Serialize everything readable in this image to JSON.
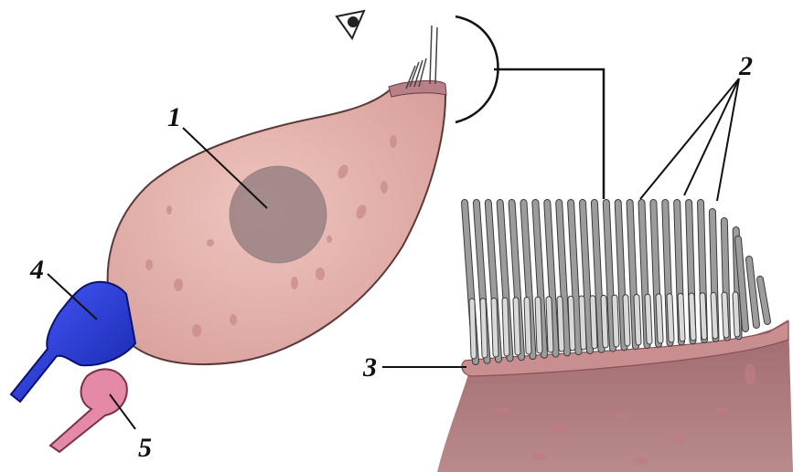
{
  "labels": {
    "one": "1",
    "two": "2",
    "three": "3",
    "four": "4",
    "five": "5"
  },
  "icons": {
    "eye": "eye-icon"
  },
  "colors": {
    "cell_fill": "#e4b2ad",
    "cell_stroke": "#5a3a38",
    "nucleus": "#9c8585",
    "blue_terminal": "#2636c8",
    "pink_terminal": "#e58aa6",
    "stereocilia": "#9c9c9c",
    "membrane": "#c98e90",
    "line": "#111111"
  }
}
